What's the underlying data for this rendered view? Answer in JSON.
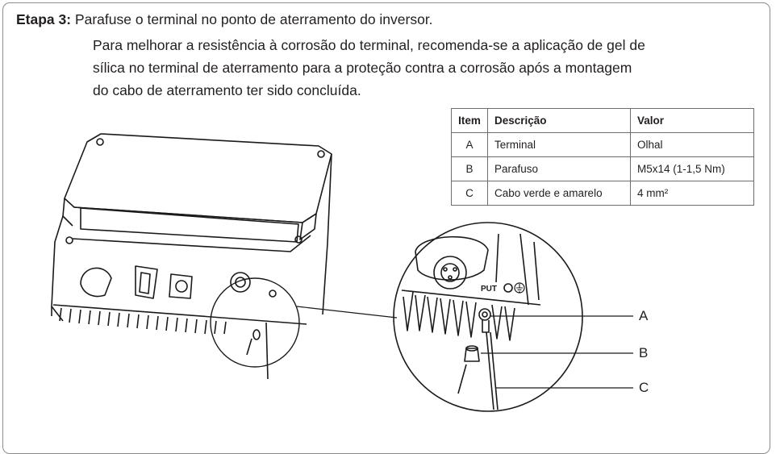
{
  "step": {
    "label": "Etapa 3:",
    "text": "Parafuse o terminal no ponto de aterramento do inversor.",
    "paragraph_lines": [
      "Para melhorar a resistência à corrosão do terminal, recomenda-se a aplicação de gel de",
      "sílica no terminal de aterramento para a proteção contra a corrosão após a montagem",
      "do cabo de aterramento ter sido concluída."
    ]
  },
  "table": {
    "headers": [
      "Item",
      "Descrição",
      "Valor"
    ],
    "rows": [
      [
        "A",
        "Terminal",
        "Olhal"
      ],
      [
        "B",
        "Parafuso",
        "M5x14 (1-1,5 Nm)"
      ],
      [
        "C",
        "Cabo verde e amarelo",
        "4 mm²"
      ]
    ]
  },
  "callouts": [
    "A",
    "B",
    "C"
  ],
  "illustration": {
    "icons": [
      "inverter-illustration",
      "ground-symbol-icon",
      "screw-icon",
      "magnifier-circle"
    ],
    "port_label": "PUT"
  }
}
